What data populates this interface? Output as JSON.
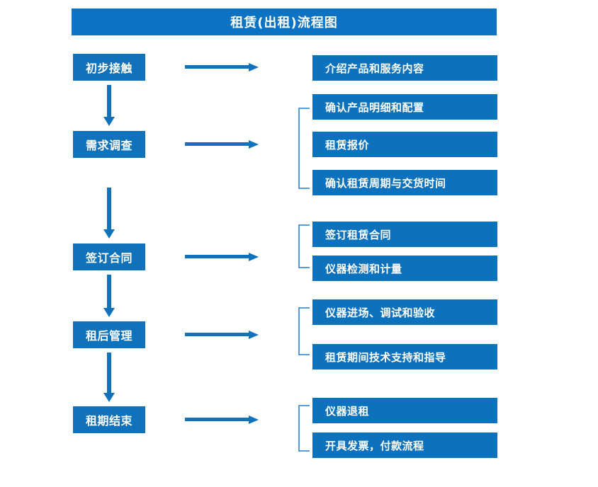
{
  "title": "租赁(出租)流程图",
  "colors": {
    "title_bar": "#0b72c4",
    "stage_box": "#1072ba",
    "detail_box": "#0d72bd",
    "arrow": "#1072ba",
    "bracket": "#5b9bd5",
    "text": "#ffffff",
    "background": "#ffffff"
  },
  "stages": [
    {
      "label": "初步接触"
    },
    {
      "label": "需求调查"
    },
    {
      "label": "签订合同"
    },
    {
      "label": "租后管理"
    },
    {
      "label": "租期结束"
    }
  ],
  "details": [
    {
      "label": "介绍产品和服务内容"
    },
    {
      "label": "确认产品明细和配置"
    },
    {
      "label": "租赁报价"
    },
    {
      "label": "确认租赁周期与交货时间"
    },
    {
      "label": "签订租赁合同"
    },
    {
      "label": "仪器检测和计量"
    },
    {
      "label": "仪器进场、调试和验收"
    },
    {
      "label": "租赁期间技术支持和指导"
    },
    {
      "label": "仪器退租"
    },
    {
      "label": "开具发票，付款流程"
    }
  ],
  "icons": {
    "right_arrow": "right-arrow-icon",
    "down_arrow": "down-arrow-icon",
    "bracket": "group-bracket-icon"
  }
}
